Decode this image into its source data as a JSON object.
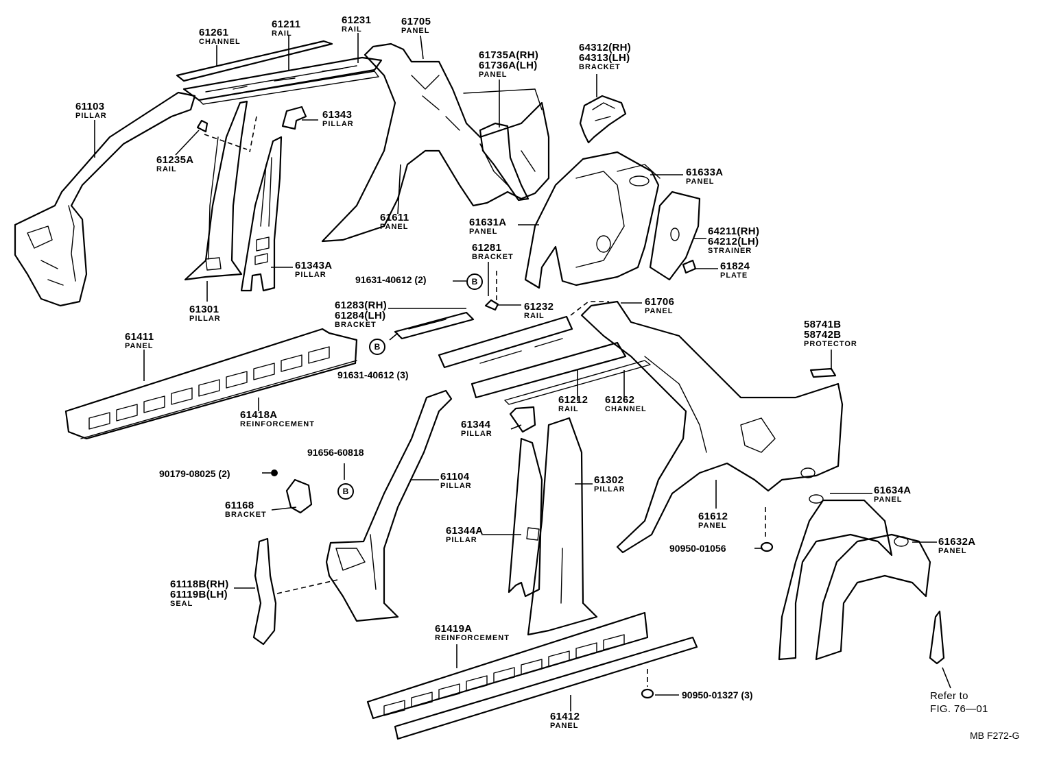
{
  "labels": [
    {
      "id": "p61261",
      "num": "61261",
      "name": "CHANNEL"
    },
    {
      "id": "p61211",
      "num": "61211",
      "name": "RAIL"
    },
    {
      "id": "p61231",
      "num": "61231",
      "name": "RAIL"
    },
    {
      "id": "p61705",
      "num": "61705",
      "name": "PANEL"
    },
    {
      "id": "p61735",
      "num": "61735A(RH)",
      "num2": "61736A(LH)",
      "name": "PANEL"
    },
    {
      "id": "p64312",
      "num": "64312(RH)",
      "num2": "64313(LH)",
      "name": "BRACKET"
    },
    {
      "id": "p61103",
      "num": "61103",
      "name": "PILLAR"
    },
    {
      "id": "p61343",
      "num": "61343",
      "name": "PILLAR"
    },
    {
      "id": "p61235",
      "num": "61235A",
      "name": "RAIL"
    },
    {
      "id": "p61633",
      "num": "61633A",
      "name": "PANEL"
    },
    {
      "id": "p61611",
      "num": "61611",
      "name": "PANEL"
    },
    {
      "id": "p61631",
      "num": "61631A",
      "name": "PANEL"
    },
    {
      "id": "p64211",
      "num": "64211(RH)",
      "num2": "64212(LH)",
      "name": "STRAINER"
    },
    {
      "id": "p61281",
      "num": "61281",
      "name": "BRACKET"
    },
    {
      "id": "p61824",
      "num": "61824",
      "name": "PLATE"
    },
    {
      "id": "p61343a",
      "num": "61343A",
      "name": "PILLAR"
    },
    {
      "id": "p61301",
      "num": "61301",
      "name": "PILLAR"
    },
    {
      "id": "p61283",
      "num": "61283(RH)",
      "num2": "61284(LH)",
      "name": "BRACKET"
    },
    {
      "id": "p61232",
      "num": "61232",
      "name": "RAIL"
    },
    {
      "id": "p61706",
      "num": "61706",
      "name": "PANEL"
    },
    {
      "id": "p61411",
      "num": "61411",
      "name": "PANEL"
    },
    {
      "id": "p58741",
      "num": "58741B",
      "num2": "58742B",
      "name": "PROTECTOR"
    },
    {
      "id": "p61418",
      "num": "61418A",
      "name": "REINFORCEMENT"
    },
    {
      "id": "p61212",
      "num": "61212",
      "name": "RAIL"
    },
    {
      "id": "p61262",
      "num": "61262",
      "name": "CHANNEL"
    },
    {
      "id": "p61344",
      "num": "61344",
      "name": "PILLAR"
    },
    {
      "id": "p61104",
      "num": "61104",
      "name": "PILLAR"
    },
    {
      "id": "p61302",
      "num": "61302",
      "name": "PILLAR"
    },
    {
      "id": "p61634",
      "num": "61634A",
      "name": "PANEL"
    },
    {
      "id": "p61168",
      "num": "61168",
      "name": "BRACKET"
    },
    {
      "id": "p61612",
      "num": "61612",
      "name": "PANEL"
    },
    {
      "id": "p61344a",
      "num": "61344A",
      "name": "PILLAR"
    },
    {
      "id": "p61632",
      "num": "61632A",
      "name": "PANEL"
    },
    {
      "id": "p61118",
      "num": "61118B(RH)",
      "num2": "61119B(LH)",
      "name": "SEAL"
    },
    {
      "id": "p61419",
      "num": "61419A",
      "name": "REINFORCEMENT"
    },
    {
      "id": "p61412",
      "num": "61412",
      "name": "PANEL"
    }
  ],
  "fasteners": [
    {
      "id": "f1",
      "text": "91631-40612 (2)"
    },
    {
      "id": "f2",
      "text": "91631-40612 (3)"
    },
    {
      "id": "f3",
      "text": "91656-60818"
    },
    {
      "id": "f4",
      "text": "90179-08025 (2)"
    },
    {
      "id": "f5",
      "text": "90950-01056"
    },
    {
      "id": "f6",
      "text": "90950-01327 (3)"
    }
  ],
  "bolt_symbol": "B",
  "reference": {
    "line1": "Refer to",
    "line2": "FIG. 76—01"
  },
  "figure_code": "MB F272-G"
}
